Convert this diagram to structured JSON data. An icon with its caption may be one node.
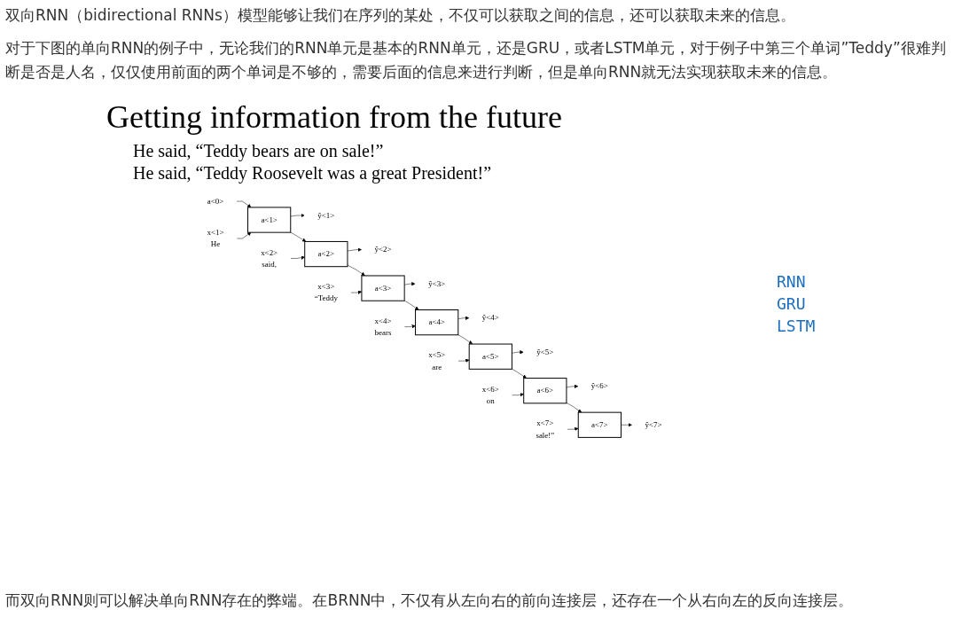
{
  "diagram": {
    "title": "Getting information from the future",
    "nodes": [
      {
        "text": [
          "a<0>"
        ]
      },
      {
        "text": [
          "a<1>"
        ]
      },
      {
        "text": [
          "a<2>"
        ]
      },
      {
        "text": [
          "a<3>"
        ]
      },
      {
        "text": [
          "a<4>"
        ]
      },
      {
        "text": [
          "a<5>"
        ]
      },
      {
        "text": [
          "a<6>"
        ]
      },
      {
        "text": [
          "a<7>"
        ]
      },
      {
        "text": [
          "ŷ<1>"
        ]
      },
      {
        "text": [
          "ŷ<2>"
        ]
      },
      {
        "text": [
          "ŷ<3>"
        ]
      },
      {
        "text": [
          "ŷ<4>"
        ]
      },
      {
        "text": [
          "ŷ<5>"
        ]
      },
      {
        "text": [
          "ŷ<6>"
        ]
      },
      {
        "text": [
          "ŷ<7>"
        ]
      },
      {
        "text": [
          "x<1>",
          "He"
        ]
      },
      {
        "text": [
          "x<2>",
          "said,"
        ]
      },
      {
        "text": [
          "x<3>",
          "“Teddy"
        ]
      },
      {
        "text": [
          "x<4>",
          "bears"
        ]
      },
      {
        "text": [
          "x<5>",
          "are"
        ]
      },
      {
        "text": [
          "x<6>",
          "on"
        ]
      },
      {
        "text": [
          "x<7>",
          "sale!”"
        ]
      }
    ],
    "edges": [
      {
        "from": 0,
        "to": 1,
        "arrow": "to"
      },
      {
        "from": 15,
        "to": 1,
        "arrow": "to"
      },
      {
        "from": 1,
        "to": 8,
        "arrow": "to"
      },
      {
        "from": 1,
        "to": 2,
        "arrow": "to"
      },
      {
        "from": 16,
        "to": 2,
        "arrow": "to"
      },
      {
        "from": 2,
        "to": 9,
        "arrow": "to"
      },
      {
        "from": 2,
        "to": 3,
        "arrow": "to"
      },
      {
        "from": 17,
        "to": 3,
        "arrow": "to"
      },
      {
        "from": 3,
        "to": 10,
        "arrow": "to"
      },
      {
        "from": 3,
        "to": 4,
        "arrow": "to"
      },
      {
        "from": 18,
        "to": 4,
        "arrow": "to"
      },
      {
        "from": 4,
        "to": 11,
        "arrow": "to"
      },
      {
        "from": 4,
        "to": 5,
        "arrow": "to"
      },
      {
        "from": 19,
        "to": 5,
        "arrow": "to"
      },
      {
        "from": 5,
        "to": 12,
        "arrow": "to"
      },
      {
        "from": 5,
        "to": 6,
        "arrow": "to"
      },
      {
        "from": 20,
        "to": 6,
        "arrow": "to"
      },
      {
        "from": 6,
        "to": 13,
        "arrow": "to"
      },
      {
        "from": 6,
        "to": 7,
        "arrow": "to"
      },
      {
        "from": 21,
        "to": 7,
        "arrow": "to"
      },
      {
        "from": 7,
        "to": 14,
        "arrow": "to"
      }
    ],
    "labels": [
      "双向RNN（bidirectional RNNs）模型能够让我们在序列的某处，不仅可以获取之间的信息，还可以获取未来的信息。",
      "对于下图的单向RNN的例子中，无论我们的RNN单元是基本的RNN单元，还是GRU，或者LSTM单元，对于例子中第三个单词”Teddy”很难判断是否是人名，仅仅使用前面的两个单词是不够的，需要后面的信息来进行判断，但是单向RNN就无法实现获取未来的信息。",
      "He said, “Teddy bears are on sale!”",
      "He said, “Teddy Roosevelt was a great President!”",
      "RNN",
      "GRU",
      "LSTM",
      "而双向RNN则可以解决单向RNN存在的弊端。在BRNN中，不仅有从左向右的前向连接层，还存在一个从右向左的反向连接层。"
    ]
  }
}
